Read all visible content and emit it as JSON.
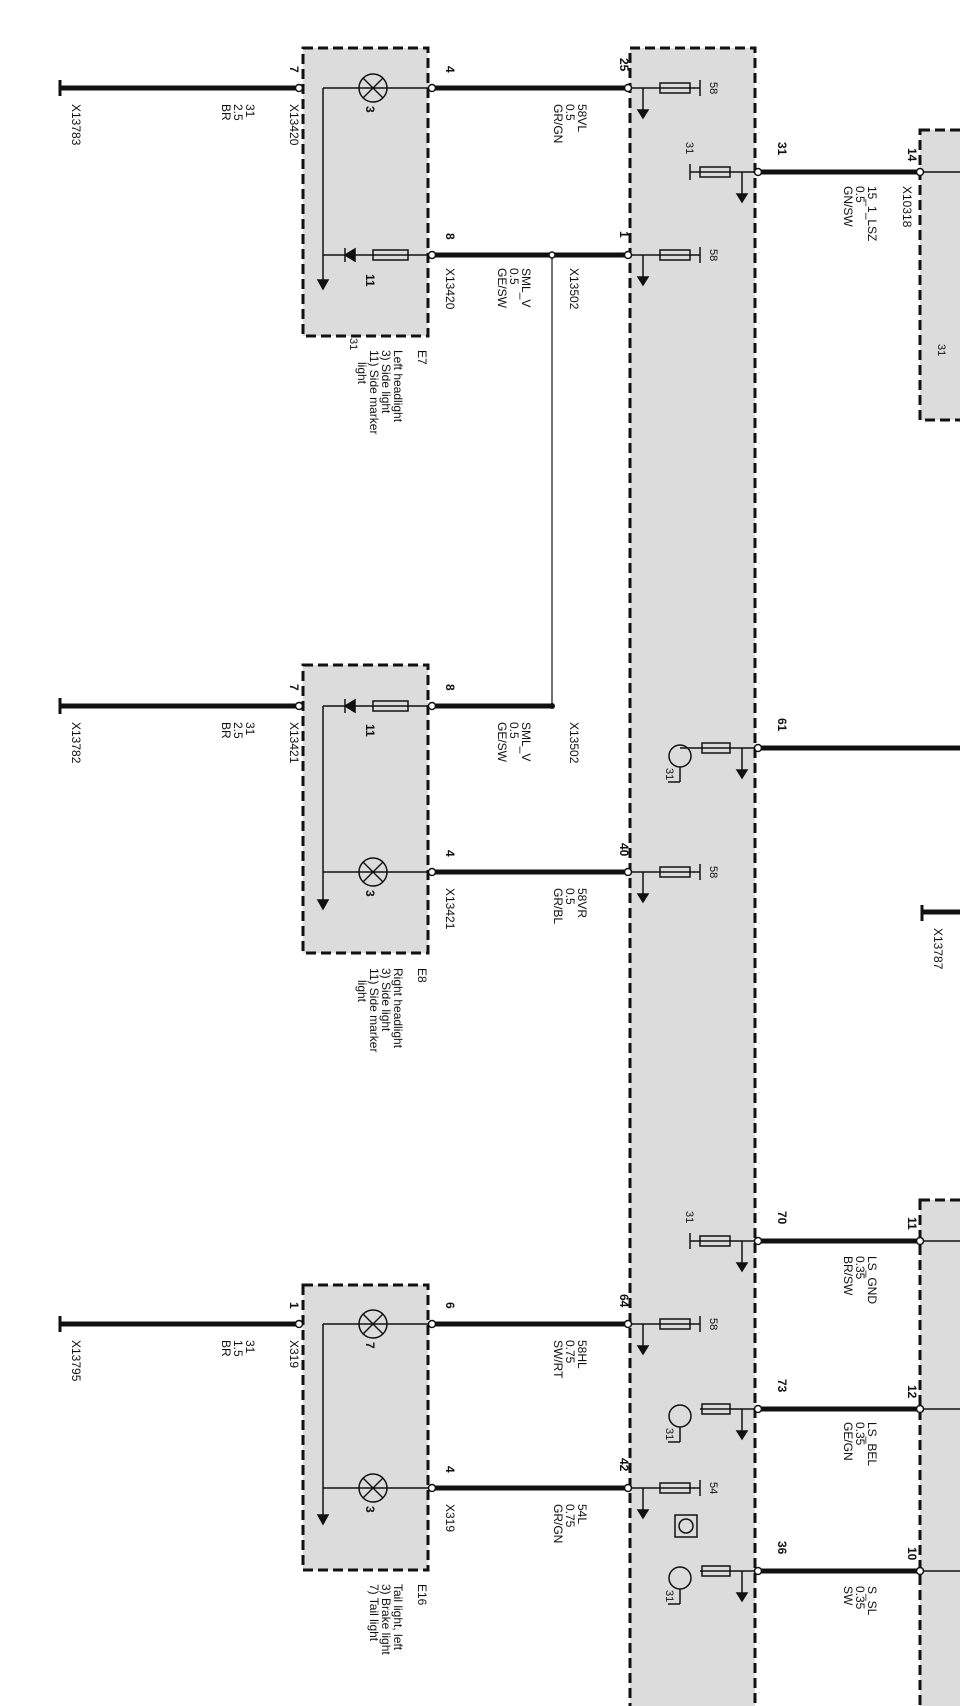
{
  "components": {
    "e7": {
      "id": "E7",
      "desc": [
        "Left headlight",
        "3) Side light",
        "11) Side marker",
        "light"
      ]
    },
    "e8": {
      "id": "E8",
      "desc": [
        "Right headlight",
        "3) Side light",
        "11) Side marker",
        "light"
      ]
    },
    "e16": {
      "id": "E16",
      "desc": [
        "Tail light, left",
        "3) Brake light",
        "7) Tail light"
      ]
    }
  },
  "grounds": {
    "g1": {
      "label": "X13783"
    },
    "g2": {
      "label": "X13782"
    },
    "g3": {
      "label": "X13795"
    },
    "g4": {
      "label": "X13787"
    }
  },
  "ground_wires": {
    "w1": [
      "31",
      "2.5",
      "BR"
    ],
    "w2": [
      "31",
      "2.5",
      "BR"
    ],
    "w3": [
      "31",
      "1.5",
      "BR"
    ]
  },
  "connectors": {
    "c1": "X13420",
    "c2": "X13420",
    "c3": "X13421",
    "c4": "X13421",
    "c5": "X319",
    "c6": "X319",
    "c7": "X13502",
    "c8": "X13502",
    "c9": "X10318"
  },
  "wires": {
    "a": [
      "58VL",
      "0.5",
      "GR/GN"
    ],
    "b": [
      "SML_V",
      "0.5",
      "GE/SW"
    ],
    "c": [
      "SML_V",
      "0.5",
      "GE/SW"
    ],
    "d": [
      "58VR",
      "0.5",
      "GR/BL"
    ],
    "e": [
      "58HL",
      "0.75",
      "SW/RT"
    ],
    "f": [
      "54L",
      "0.75",
      "GR/GN"
    ],
    "g": [
      "15_1_LSZ",
      "0.5",
      "GN/SW"
    ],
    "h": [
      "LS_GND",
      "0.35",
      "BR/SW"
    ],
    "i": [
      "LS_BEL",
      "0.35",
      "GE/GN"
    ],
    "j": [
      "S_SL",
      "0.35",
      "SW"
    ]
  },
  "pins": {
    "p1": "7",
    "p2": "4",
    "p3": "8",
    "p4": "7",
    "p5": "8",
    "p6": "4",
    "p7": "1",
    "p8": "6",
    "p9": "4",
    "p10": "25",
    "p11": "1",
    "p12": "40",
    "p13": "64",
    "p14": "42",
    "p15": "31",
    "p16": "61",
    "p17": "70",
    "p18": "73",
    "p19": "36",
    "p20": "14",
    "p21": "11",
    "p22": "12",
    "p23": "10"
  },
  "elements": {
    "lamp1": "3",
    "lamp2": "11",
    "lamp3": "11",
    "lamp4": "3",
    "lamp5": "7",
    "lamp6": "3"
  },
  "module_tags": {
    "t1": "58",
    "t2": "31",
    "t3": "58",
    "t4": "31",
    "t5": "58",
    "t6": "31",
    "t7": "31",
    "t8": "58",
    "t9": "31",
    "t10": "54",
    "t11": "31",
    "t12": "31"
  }
}
